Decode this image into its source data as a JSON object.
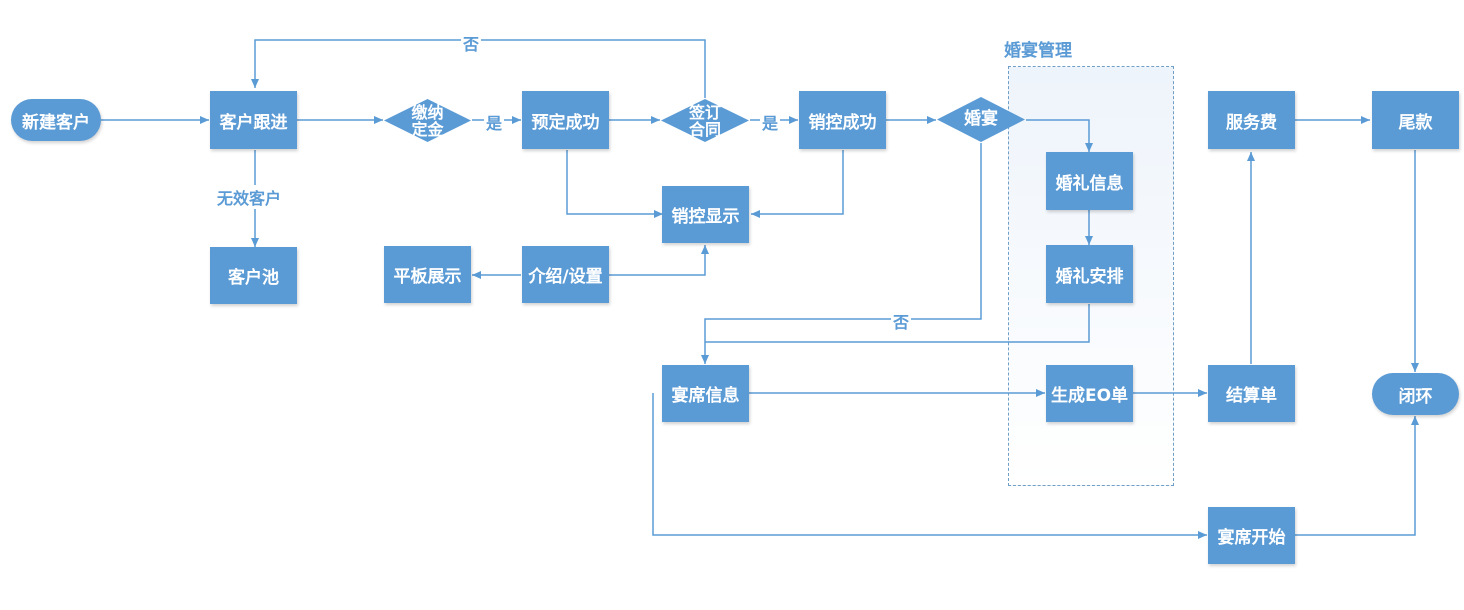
{
  "colors": {
    "node": "#5b9bd5",
    "line": "#5b9bd5",
    "label": "#5b9bd5",
    "text": "#ffffff"
  },
  "group": {
    "title": "婚宴管理"
  },
  "nodes": {
    "new_customer": "新建客户",
    "customer_follow": "客户跟进",
    "customer_pool": "客户池",
    "booking_success": "预定成功",
    "sales_success": "销控成功",
    "sales_display": "销控显示",
    "intro_settings": "介绍/设置",
    "tablet_display": "平板展示",
    "wedding_info": "婚礼信息",
    "wedding_arrange": "婚礼安排",
    "generate_eo": "生成EO单",
    "banquet_info": "宴席信息",
    "settlement": "结算单",
    "service_fee": "服务费",
    "final_payment": "尾款",
    "closed_loop": "闭环",
    "banquet_start": "宴席开始"
  },
  "decisions": {
    "pay_deposit": [
      "缴纳",
      "定金"
    ],
    "sign_contract": [
      "签订",
      "合同"
    ],
    "wedding_banquet": "婚宴"
  },
  "edge_labels": {
    "no_top": "否",
    "yes_deposit": "是",
    "yes_contract": "是",
    "invalid_customer": "无效客户",
    "no_wedding": "否"
  }
}
